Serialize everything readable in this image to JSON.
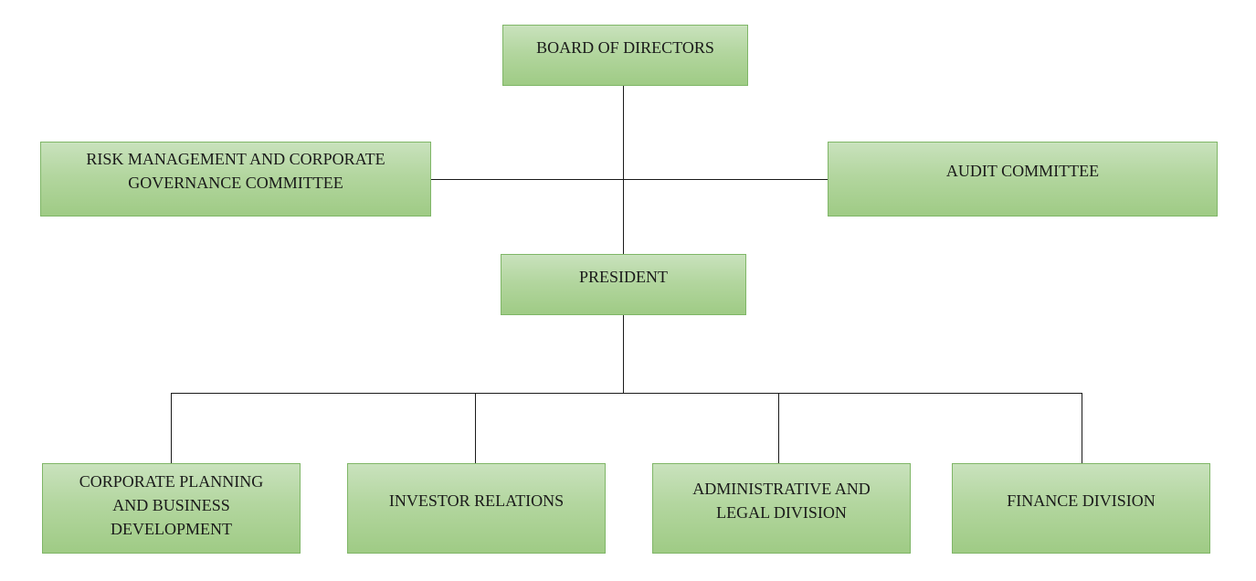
{
  "diagram": {
    "nodes": {
      "board": {
        "label": "BOARD OF DIRECTORS"
      },
      "risk_committee": {
        "label": "RISK MANAGEMENT AND CORPORATE\nGOVERNANCE COMMITTEE"
      },
      "audit_committee": {
        "label": "AUDIT COMMITTEE"
      },
      "president": {
        "label": "PRESIDENT"
      },
      "corporate_planning": {
        "label": "CORPORATE PLANNING\nAND BUSINESS\nDEVELOPMENT"
      },
      "investor_relations": {
        "label": "INVESTOR RELATIONS"
      },
      "admin_legal": {
        "label": "ADMINISTRATIVE AND\nLEGAL DIVISION"
      },
      "finance": {
        "label": "FINANCE DIVISION"
      }
    },
    "edges": [
      {
        "from": "board",
        "to": "risk_committee"
      },
      {
        "from": "board",
        "to": "audit_committee"
      },
      {
        "from": "board",
        "to": "president"
      },
      {
        "from": "president",
        "to": "corporate_planning"
      },
      {
        "from": "president",
        "to": "investor_relations"
      },
      {
        "from": "president",
        "to": "admin_legal"
      },
      {
        "from": "president",
        "to": "finance"
      }
    ],
    "colors": {
      "box_fill_top": "#c9e2bd",
      "box_fill_bottom": "#9fcb85",
      "box_border": "#7fb667",
      "connector": "#1a1a1a",
      "text": "#1a1a1a"
    }
  }
}
